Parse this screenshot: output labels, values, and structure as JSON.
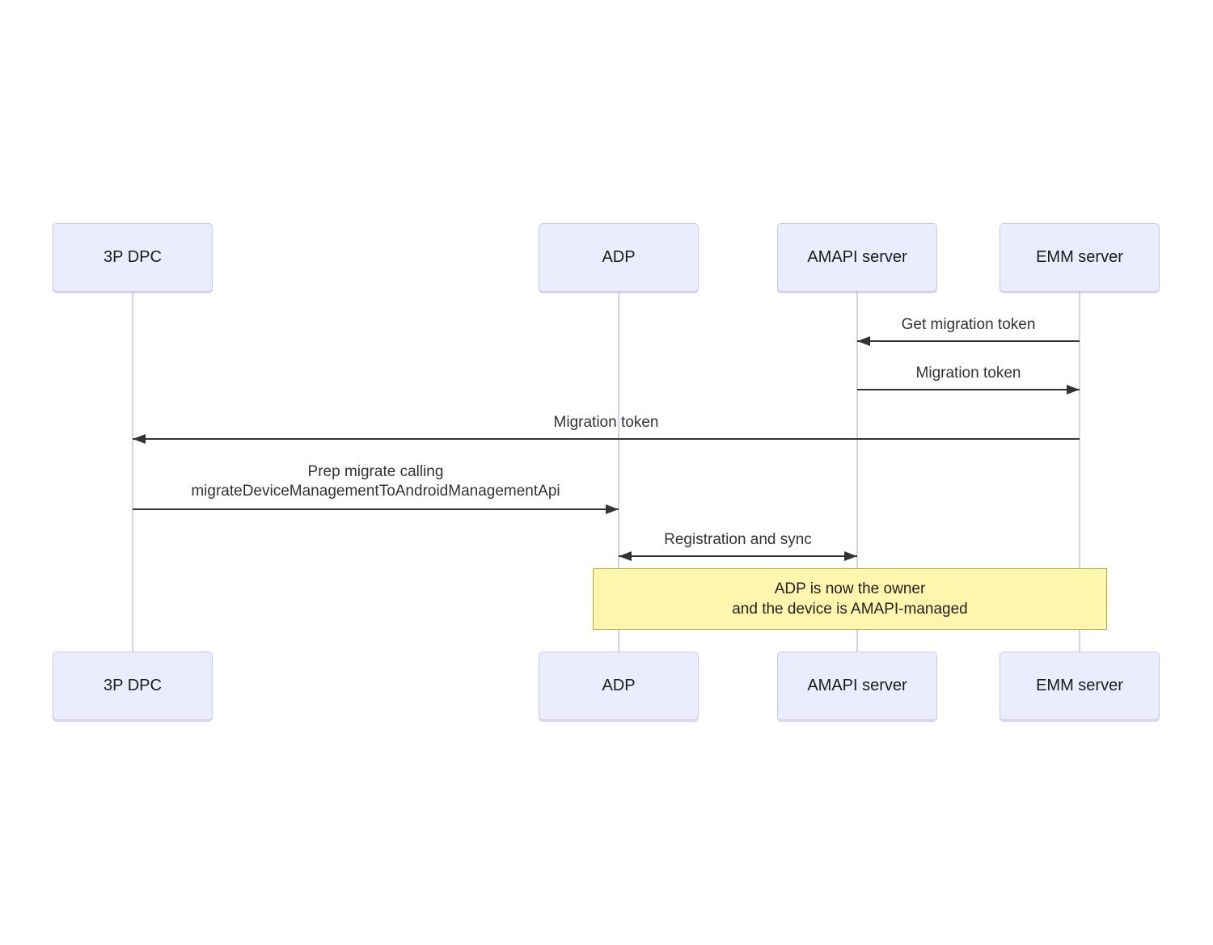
{
  "diagram": {
    "type": "sequence-diagram",
    "actors": [
      {
        "id": "3p-dpc",
        "label": "3P DPC"
      },
      {
        "id": "adp",
        "label": "ADP"
      },
      {
        "id": "amapi-server",
        "label": "AMAPI server"
      },
      {
        "id": "emm-server",
        "label": "EMM server"
      }
    ],
    "messages": [
      {
        "from": "emm-server",
        "to": "amapi-server",
        "direction": "left",
        "label": "Get migration token"
      },
      {
        "from": "amapi-server",
        "to": "emm-server",
        "direction": "right",
        "label": "Migration token"
      },
      {
        "from": "emm-server",
        "to": "3p-dpc",
        "direction": "left",
        "label": "Migration token"
      },
      {
        "from": "3p-dpc",
        "to": "adp",
        "direction": "right",
        "label": "Prep migrate calling",
        "label_line2": "migrateDeviceManagementToAndroidManagementApi"
      },
      {
        "from": "adp",
        "to": "amapi-server",
        "direction": "both",
        "label": "Registration and sync"
      }
    ],
    "note": {
      "over": [
        "adp",
        "emm-server"
      ],
      "line1": "ADP is now the owner",
      "line2": "and the device is AMAPI-managed"
    },
    "colors": {
      "actor_fill": "#ECECFF",
      "actor_border": "#CCC6EE",
      "lifeline": "#D6D0EC",
      "arrow": "#333333",
      "text": "#333333",
      "note_fill": "#FFF5AD",
      "note_border": "#AAAA33"
    }
  }
}
